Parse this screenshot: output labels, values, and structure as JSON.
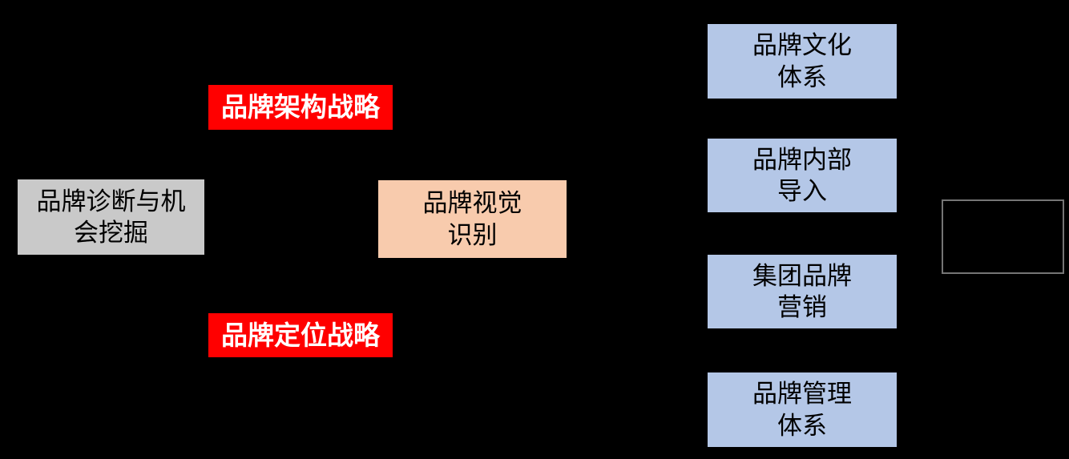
{
  "diagram": {
    "background": "#000000",
    "title": "",
    "nodes": {
      "diagnosis": {
        "text": "品牌诊断与机\n会挖掘",
        "bg": "#C9C9C9",
        "text_color": "#000000"
      },
      "architecture": {
        "text": "品牌架构战略",
        "bg": "#FF0000",
        "text_color": "#FFFFFF"
      },
      "positioning": {
        "text": "品牌定位战略",
        "bg": "#FF0000",
        "text_color": "#FFFFFF"
      },
      "visual": {
        "text": "品牌视觉\n识别",
        "bg": "#F8CBAD",
        "text_color": "#000000"
      },
      "culture": {
        "text": "品牌文化\n体系",
        "bg": "#B4C7E7",
        "text_color": "#000000"
      },
      "internal": {
        "text": "品牌内部\n导入",
        "bg": "#B4C7E7",
        "text_color": "#000000"
      },
      "group": {
        "text": "集团品牌\n营销",
        "bg": "#B4C7E7",
        "text_color": "#000000"
      },
      "management": {
        "text": "品牌管理\n体系",
        "bg": "#B4C7E7",
        "text_color": "#000000"
      },
      "outline": {
        "text": "",
        "bg": "transparent",
        "border_color": "#757575"
      }
    }
  }
}
